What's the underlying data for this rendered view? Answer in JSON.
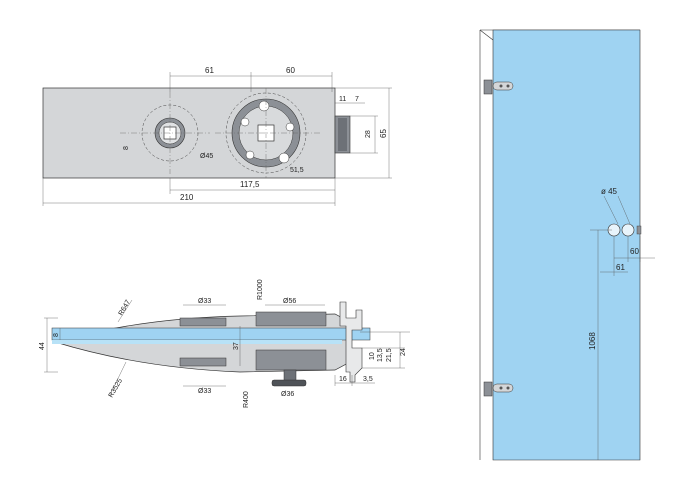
{
  "colors": {
    "body_grey": "#d4d6d8",
    "dark_grey": "#8c9096",
    "glass_blue": "#9fd3f2",
    "glass_blue_light": "#b8e2f7",
    "outline": "#333333"
  },
  "top_view": {
    "dim_61": "61",
    "dim_60": "60",
    "dim_11": "11",
    "dim_7": "7",
    "dim_28": "28",
    "dim_65": "65",
    "dim_45": "Ø45",
    "dim_51_5": "51,5",
    "dim_117_5": "117,5",
    "dim_210": "210",
    "square_label": "8"
  },
  "side_view": {
    "dim_r647": "R647",
    "dim_r3525": "R3525",
    "dim_d33_top": "Ø33",
    "dim_d33_bottom": "Ø33",
    "dim_r1000": "R1000",
    "dim_d56": "Ø56",
    "dim_r400": "R400",
    "dim_d36": "Ø36",
    "dim_44": "44",
    "dim_8": "8",
    "dim_37": "37",
    "dim_10": "10",
    "dim_13_5": "13,5",
    "dim_21_5": "21,5",
    "dim_24": "24",
    "dim_16": "16",
    "dim_3_5": "3,5"
  },
  "door_view": {
    "dim_d45": "ø 45",
    "dim_60": "60",
    "dim_61": "61",
    "dim_1068": "1068"
  }
}
